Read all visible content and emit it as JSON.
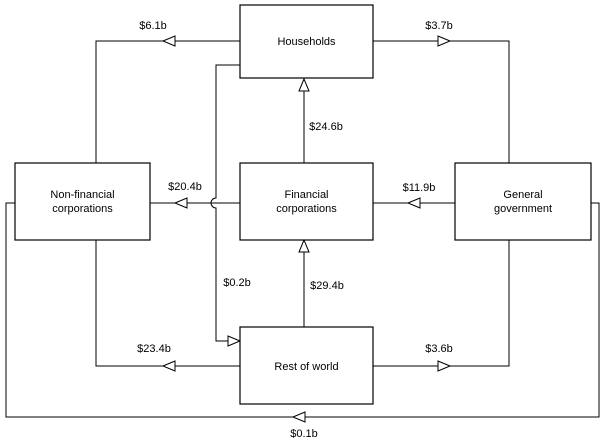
{
  "nodes": {
    "households": {
      "lines": [
        "Households"
      ]
    },
    "non_financial": {
      "lines": [
        "Non-financial",
        "corporations"
      ]
    },
    "financial": {
      "lines": [
        "Financial",
        "corporations"
      ]
    },
    "general_gov": {
      "lines": [
        "General",
        "government"
      ]
    },
    "rest_of_world": {
      "lines": [
        "Rest of world"
      ]
    }
  },
  "flows": {
    "hh_to_nfc": "$6.1b",
    "hh_to_gg": "$3.7b",
    "fc_to_hh": "$24.6b",
    "fc_to_nfc": "$20.4b",
    "gg_to_fc": "$11.9b",
    "hh_to_row": "$0.2b",
    "row_to_fc": "$29.4b",
    "row_to_nfc": "$23.4b",
    "row_to_gg": "$3.6b",
    "gg_to_nfc": "$0.1b"
  }
}
